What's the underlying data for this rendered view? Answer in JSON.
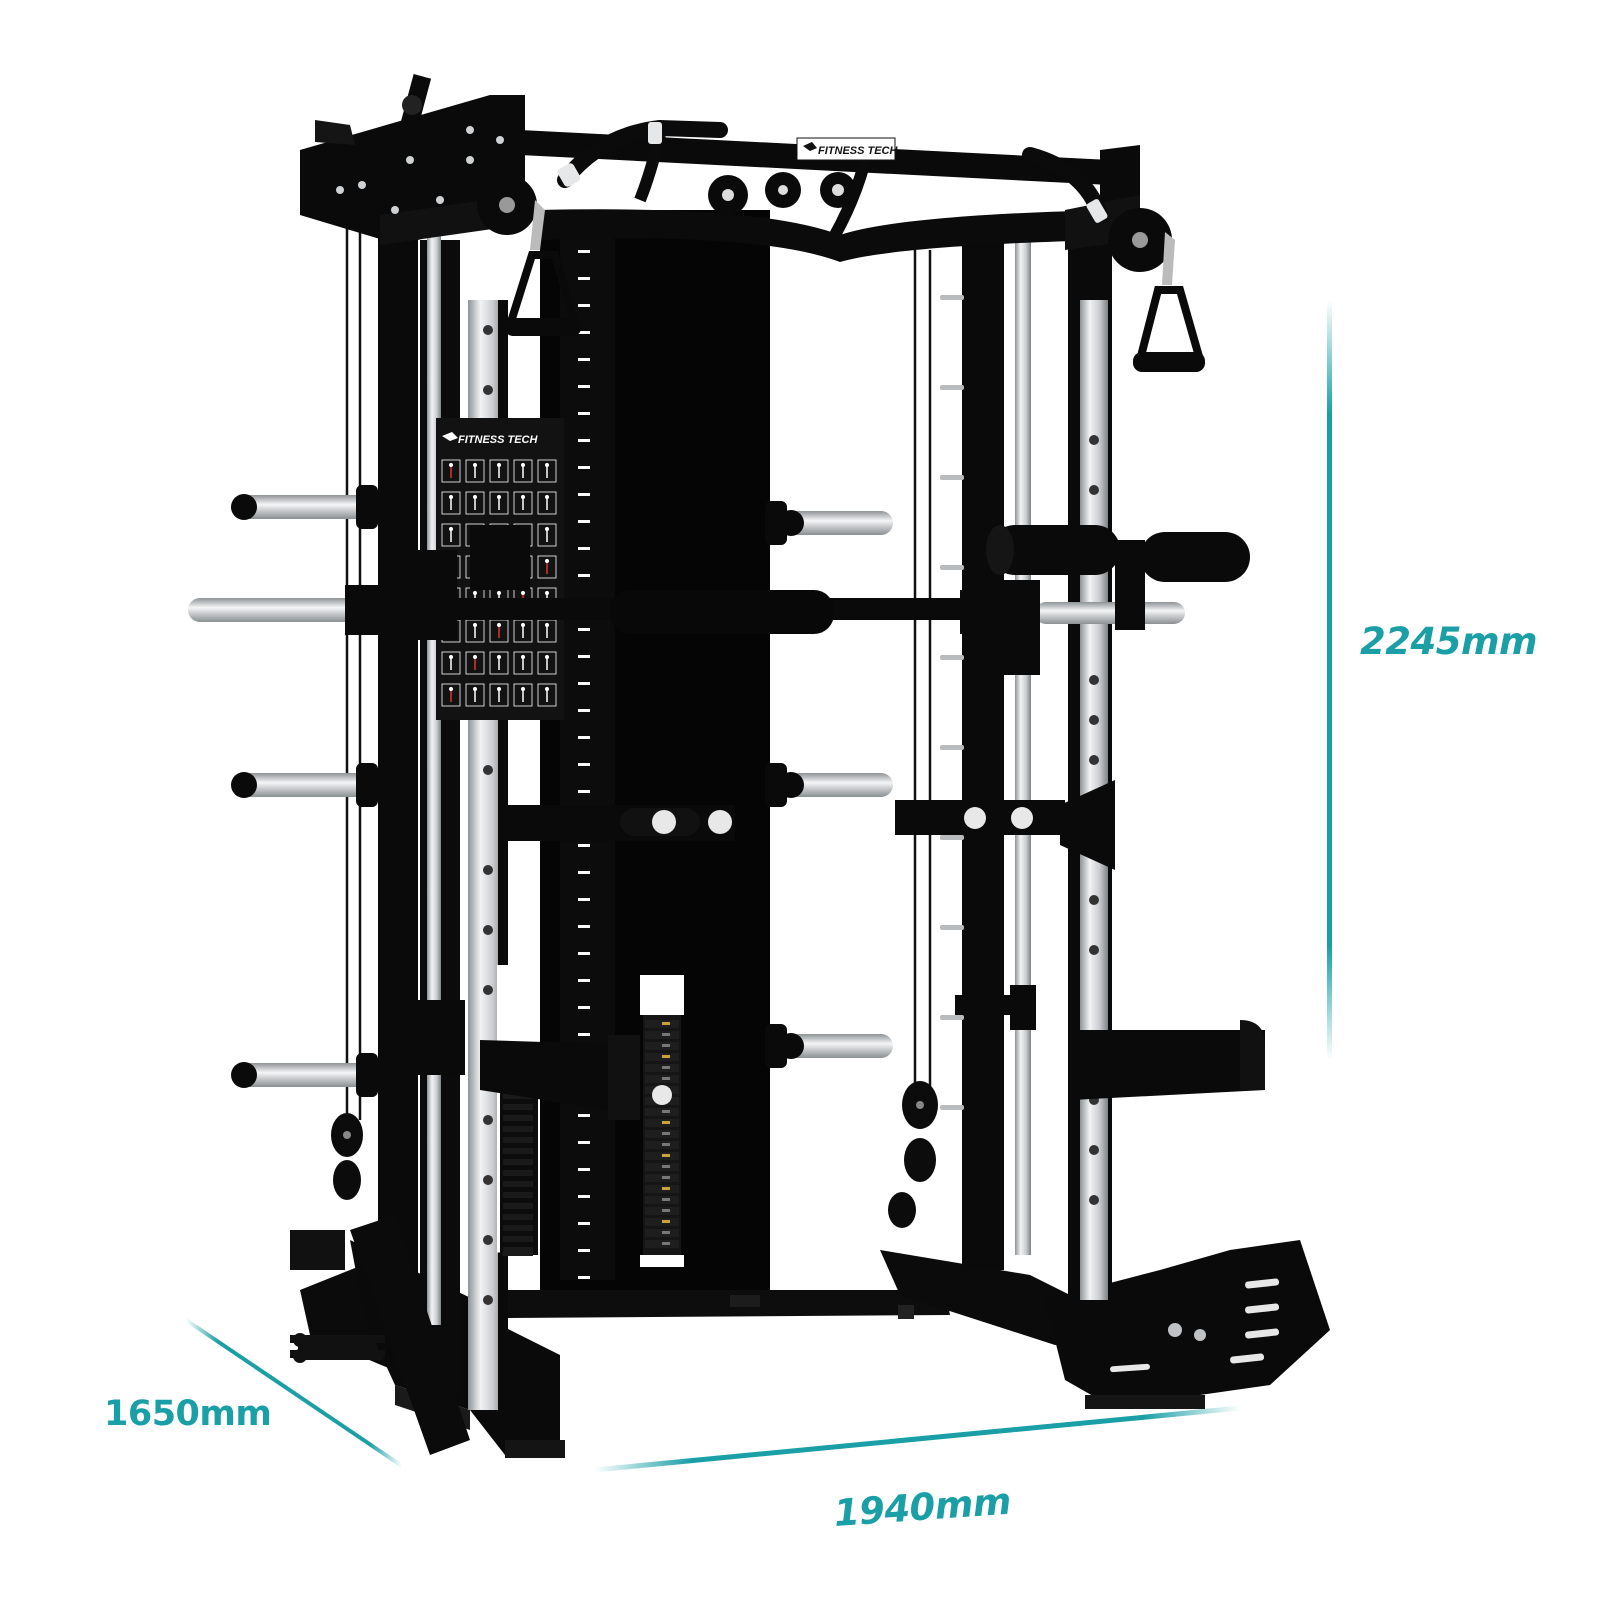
{
  "product": {
    "brand_badge": "FITNESS TECH",
    "brand_chart": "FITNESS TECH"
  },
  "dimensions": {
    "height": "2245mm",
    "depth": "1650mm",
    "width": "1940mm"
  },
  "colors": {
    "accent": "#1a9fa6",
    "frame": "#0a0a0a",
    "steel": "#cfd2d4",
    "background": "#ffffff"
  }
}
